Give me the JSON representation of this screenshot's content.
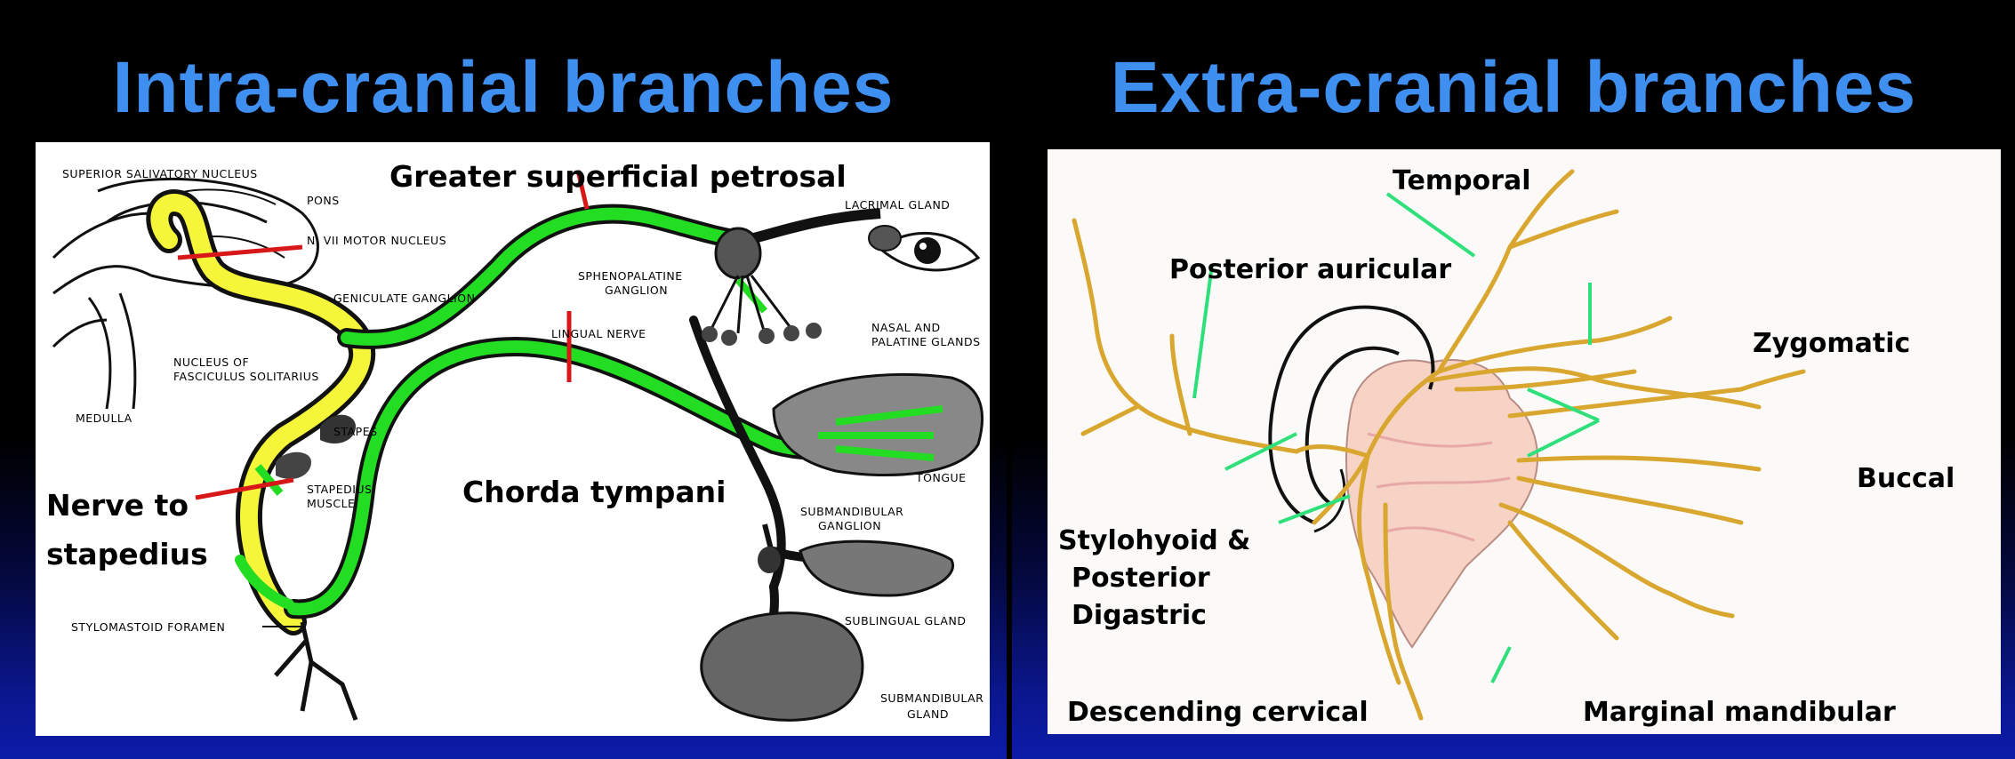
{
  "left_slide": {
    "title": "Intra-cranial branches",
    "labels": {
      "superior_salivatory_nucleus": "SUPERIOR SALIVATORY NUCLEUS",
      "pons": "PONS",
      "n_vii_motor_nucleus": "N. VII MOTOR NUCLEUS",
      "geniculate_ganglion": "GENICULATE GANGLION",
      "nucleus_of": "NUCLEUS OF",
      "fasciculus_solitarius": "FASCICULUS SOLITARIUS",
      "medulla": "MEDULLA",
      "stapes": "STAPES",
      "stapedius": "STAPEDIUS",
      "muscle": "MUSCLE",
      "stylomastoid_foramen": "STYLOMASTOID  FORAMEN",
      "sphenopalatine": "SPHENOPALATINE",
      "ganglion": "GANGLION",
      "lacrimal_gland": "LACRIMAL GLAND",
      "nasal_and": "NASAL AND",
      "palatine_glands": "PALATINE GLANDS",
      "lingual_nerve": "LINGUAL NERVE",
      "tongue": "TONGUE",
      "submandibular": "SUBMANDIBULAR",
      "submandibular_ganglion_2": "GANGLION",
      "sublingual_gland": "SUBLINGUAL GLAND",
      "submandibular_gland_1": "SUBMANDIBULAR",
      "submandibular_gland_2": "GLAND",
      "greater_superficial_petrosal": "Greater superficial petrosal",
      "chorda_tympani": "Chorda tympani",
      "nerve_to": "Nerve to",
      "stapedius_big": "stapedius"
    }
  },
  "right_slide": {
    "title": "Extra-cranial branches",
    "labels": {
      "temporal": "Temporal",
      "posterior_auricular": "Posterior auricular",
      "zygomatic": "Zygomatic",
      "buccal": "Buccal",
      "stylohyoid_1": "Stylohyoid &",
      "stylohyoid_2": "Posterior",
      "stylohyoid_3": "Digastric",
      "descending_cervical": "Descending cervical",
      "marginal_mandibular": "Marginal mandibular"
    }
  },
  "colors": {
    "title": "#3f8ff0",
    "green_nerve": "#22dd22",
    "yellow_nerve": "#f5f53a",
    "leader_red": "#d81818",
    "leader_green": "#2fe07a",
    "nerve_gold": "#d9a730",
    "parotid": "#f6d3c4"
  }
}
